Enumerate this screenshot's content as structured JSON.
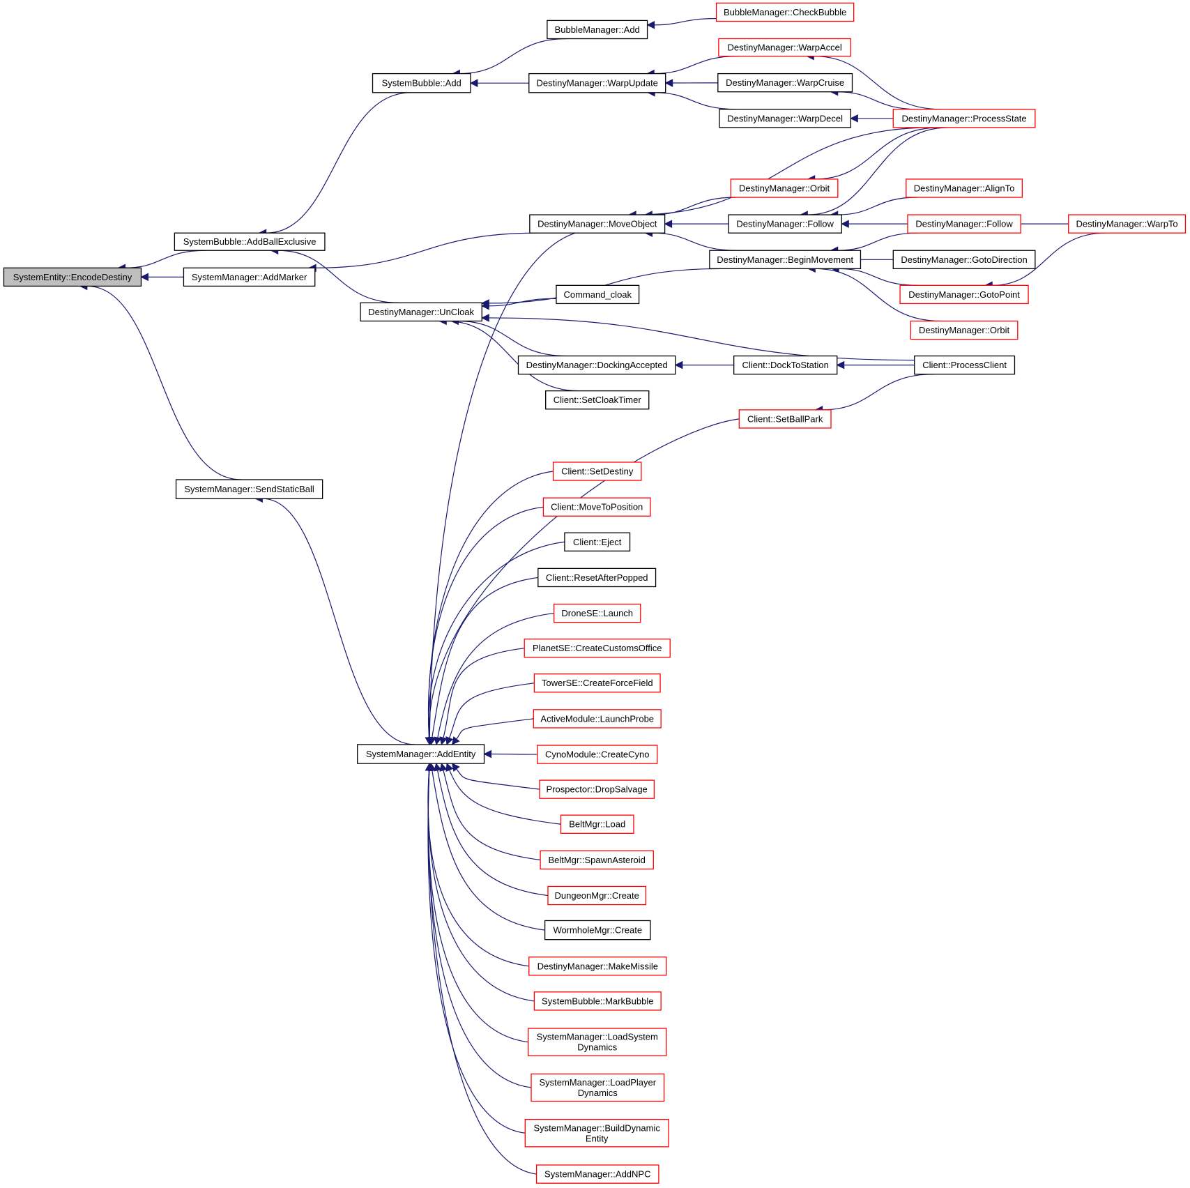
{
  "title": "Caller graph for SystemEntity::EncodeDestiny",
  "colors": {
    "edge": "#191970",
    "border_normal": "#000000",
    "border_undocumented": "#ff0000",
    "root_fill": "#bfbfbf",
    "node_fill": "#ffffff"
  },
  "nodes": [
    {
      "id": "encode_destiny",
      "label": [
        "SystemEntity::EncodeDestiny"
      ],
      "style": "root"
    },
    {
      "id": "add_ball_exclusive",
      "label": [
        "SystemBubble::AddBallExclusive"
      ],
      "style": "normal"
    },
    {
      "id": "add_marker",
      "label": [
        "SystemManager::AddMarker"
      ],
      "style": "normal"
    },
    {
      "id": "send_static_ball",
      "label": [
        "SystemManager::SendStaticBall"
      ],
      "style": "normal"
    },
    {
      "id": "bubble_add",
      "label": [
        "SystemBubble::Add"
      ],
      "style": "normal"
    },
    {
      "id": "bubblemgr_add",
      "label": [
        "BubbleManager::Add"
      ],
      "style": "normal"
    },
    {
      "id": "check_bubble",
      "label": [
        "BubbleManager::CheckBubble"
      ],
      "style": "red"
    },
    {
      "id": "warp_update",
      "label": [
        "DestinyManager::WarpUpdate"
      ],
      "style": "normal"
    },
    {
      "id": "warp_accel",
      "label": [
        "DestinyManager::WarpAccel"
      ],
      "style": "red"
    },
    {
      "id": "warp_cruise",
      "label": [
        "DestinyManager::WarpCruise"
      ],
      "style": "normal"
    },
    {
      "id": "warp_decel",
      "label": [
        "DestinyManager::WarpDecel"
      ],
      "style": "normal"
    },
    {
      "id": "process_state",
      "label": [
        "DestinyManager::ProcessState"
      ],
      "style": "red"
    },
    {
      "id": "uncloak",
      "label": [
        "DestinyManager::UnCloak"
      ],
      "style": "normal"
    },
    {
      "id": "move_object",
      "label": [
        "DestinyManager::MoveObject"
      ],
      "style": "normal"
    },
    {
      "id": "orbit_1",
      "label": [
        "DestinyManager::Orbit"
      ],
      "style": "red"
    },
    {
      "id": "follow_1",
      "label": [
        "DestinyManager::Follow"
      ],
      "style": "normal"
    },
    {
      "id": "begin_movement",
      "label": [
        "DestinyManager::BeginMovement"
      ],
      "style": "normal"
    },
    {
      "id": "align_to",
      "label": [
        "DestinyManager::AlignTo"
      ],
      "style": "red"
    },
    {
      "id": "follow_2",
      "label": [
        "DestinyManager::Follow"
      ],
      "style": "red"
    },
    {
      "id": "goto_direction",
      "label": [
        "DestinyManager::GotoDirection"
      ],
      "style": "normal"
    },
    {
      "id": "goto_point",
      "label": [
        "DestinyManager::GotoPoint"
      ],
      "style": "red"
    },
    {
      "id": "orbit_2",
      "label": [
        "DestinyManager::Orbit"
      ],
      "style": "red"
    },
    {
      "id": "warp_to",
      "label": [
        "DestinyManager::WarpTo"
      ],
      "style": "red"
    },
    {
      "id": "command_cloak",
      "label": [
        "Command_cloak"
      ],
      "style": "normal"
    },
    {
      "id": "docking_accepted",
      "label": [
        "DestinyManager::DockingAccepted"
      ],
      "style": "normal"
    },
    {
      "id": "dock_to_station",
      "label": [
        "Client::DockToStation"
      ],
      "style": "normal"
    },
    {
      "id": "process_client",
      "label": [
        "Client::ProcessClient"
      ],
      "style": "normal"
    },
    {
      "id": "set_cloak_timer",
      "label": [
        "Client::SetCloakTimer"
      ],
      "style": "normal"
    },
    {
      "id": "set_ball_park",
      "label": [
        "Client::SetBallPark"
      ],
      "style": "red"
    },
    {
      "id": "add_entity",
      "label": [
        "SystemManager::AddEntity"
      ],
      "style": "normal"
    },
    {
      "id": "set_destiny",
      "label": [
        "Client::SetDestiny"
      ],
      "style": "red"
    },
    {
      "id": "move_to_position",
      "label": [
        "Client::MoveToPosition"
      ],
      "style": "red"
    },
    {
      "id": "eject",
      "label": [
        "Client::Eject"
      ],
      "style": "normal"
    },
    {
      "id": "reset_after_popped",
      "label": [
        "Client::ResetAfterPopped"
      ],
      "style": "normal"
    },
    {
      "id": "drone_launch",
      "label": [
        "DroneSE::Launch"
      ],
      "style": "red"
    },
    {
      "id": "customs_office",
      "label": [
        "PlanetSE::CreateCustomsOffice"
      ],
      "style": "red"
    },
    {
      "id": "force_field",
      "label": [
        "TowerSE::CreateForceField"
      ],
      "style": "red"
    },
    {
      "id": "launch_probe",
      "label": [
        "ActiveModule::LaunchProbe"
      ],
      "style": "red"
    },
    {
      "id": "create_cyno",
      "label": [
        "CynoModule::CreateCyno"
      ],
      "style": "red"
    },
    {
      "id": "drop_salvage",
      "label": [
        "Prospector::DropSalvage"
      ],
      "style": "red"
    },
    {
      "id": "belt_load",
      "label": [
        "BeltMgr::Load"
      ],
      "style": "red"
    },
    {
      "id": "spawn_asteroid",
      "label": [
        "BeltMgr::SpawnAsteroid"
      ],
      "style": "red"
    },
    {
      "id": "dungeon_create",
      "label": [
        "DungeonMgr::Create"
      ],
      "style": "red"
    },
    {
      "id": "wormhole_create",
      "label": [
        "WormholeMgr::Create"
      ],
      "style": "normal"
    },
    {
      "id": "make_missile",
      "label": [
        "DestinyManager::MakeMissile"
      ],
      "style": "red"
    },
    {
      "id": "mark_bubble",
      "label": [
        "SystemBubble::MarkBubble"
      ],
      "style": "red"
    },
    {
      "id": "load_system_dynamics",
      "label": [
        "SystemManager::LoadSystem",
        "Dynamics"
      ],
      "style": "red"
    },
    {
      "id": "load_player_dynamics",
      "label": [
        "SystemManager::LoadPlayer",
        "Dynamics"
      ],
      "style": "red"
    },
    {
      "id": "build_dynamic_entity",
      "label": [
        "SystemManager::BuildDynamic",
        "Entity"
      ],
      "style": "red"
    },
    {
      "id": "add_npc",
      "label": [
        "SystemManager::AddNPC"
      ],
      "style": "red"
    }
  ],
  "edges": [
    {
      "from": "add_ball_exclusive",
      "to": "encode_destiny"
    },
    {
      "from": "add_marker",
      "to": "encode_destiny"
    },
    {
      "from": "send_static_ball",
      "to": "encode_destiny"
    },
    {
      "from": "bubble_add",
      "to": "add_ball_exclusive"
    },
    {
      "from": "uncloak",
      "to": "add_ball_exclusive"
    },
    {
      "from": "move_object",
      "to": "add_marker"
    },
    {
      "from": "add_entity",
      "to": "send_static_ball"
    },
    {
      "from": "bubblemgr_add",
      "to": "bubble_add"
    },
    {
      "from": "warp_update",
      "to": "bubble_add"
    },
    {
      "from": "check_bubble",
      "to": "bubblemgr_add"
    },
    {
      "from": "warp_accel",
      "to": "warp_update"
    },
    {
      "from": "warp_cruise",
      "to": "warp_update"
    },
    {
      "from": "warp_decel",
      "to": "warp_update"
    },
    {
      "from": "process_state",
      "to": "warp_accel"
    },
    {
      "from": "process_state",
      "to": "warp_cruise"
    },
    {
      "from": "process_state",
      "to": "warp_decel"
    },
    {
      "from": "process_state",
      "to": "move_object"
    },
    {
      "from": "process_state",
      "to": "orbit_1"
    },
    {
      "from": "process_state",
      "to": "follow_1"
    },
    {
      "from": "orbit_1",
      "to": "move_object"
    },
    {
      "from": "follow_1",
      "to": "move_object"
    },
    {
      "from": "begin_movement",
      "to": "move_object"
    },
    {
      "from": "align_to",
      "to": "follow_1"
    },
    {
      "from": "warp_to",
      "to": "follow_1"
    },
    {
      "from": "follow_2",
      "to": "begin_movement"
    },
    {
      "from": "goto_direction",
      "to": "begin_movement"
    },
    {
      "from": "goto_point",
      "to": "begin_movement"
    },
    {
      "from": "orbit_2",
      "to": "begin_movement"
    },
    {
      "from": "warp_to",
      "to": "goto_point"
    },
    {
      "from": "begin_movement",
      "to": "uncloak"
    },
    {
      "from": "command_cloak",
      "to": "uncloak"
    },
    {
      "from": "process_client",
      "to": "uncloak"
    },
    {
      "from": "docking_accepted",
      "to": "uncloak"
    },
    {
      "from": "set_cloak_timer",
      "to": "uncloak"
    },
    {
      "from": "dock_to_station",
      "to": "docking_accepted"
    },
    {
      "from": "process_client",
      "to": "dock_to_station"
    },
    {
      "from": "process_client",
      "to": "set_ball_park"
    },
    {
      "from": "move_object",
      "to": "add_entity"
    },
    {
      "from": "set_ball_park",
      "to": "add_entity"
    },
    {
      "from": "set_destiny",
      "to": "add_entity"
    },
    {
      "from": "move_to_position",
      "to": "add_entity"
    },
    {
      "from": "eject",
      "to": "add_entity"
    },
    {
      "from": "reset_after_popped",
      "to": "add_entity"
    },
    {
      "from": "drone_launch",
      "to": "add_entity"
    },
    {
      "from": "customs_office",
      "to": "add_entity"
    },
    {
      "from": "force_field",
      "to": "add_entity"
    },
    {
      "from": "launch_probe",
      "to": "add_entity"
    },
    {
      "from": "create_cyno",
      "to": "add_entity"
    },
    {
      "from": "drop_salvage",
      "to": "add_entity"
    },
    {
      "from": "belt_load",
      "to": "add_entity"
    },
    {
      "from": "spawn_asteroid",
      "to": "add_entity"
    },
    {
      "from": "dungeon_create",
      "to": "add_entity"
    },
    {
      "from": "wormhole_create",
      "to": "add_entity"
    },
    {
      "from": "make_missile",
      "to": "add_entity"
    },
    {
      "from": "mark_bubble",
      "to": "add_entity"
    },
    {
      "from": "load_system_dynamics",
      "to": "add_entity"
    },
    {
      "from": "load_player_dynamics",
      "to": "add_entity"
    },
    {
      "from": "build_dynamic_entity",
      "to": "add_entity"
    },
    {
      "from": "add_npc",
      "to": "add_entity"
    }
  ]
}
